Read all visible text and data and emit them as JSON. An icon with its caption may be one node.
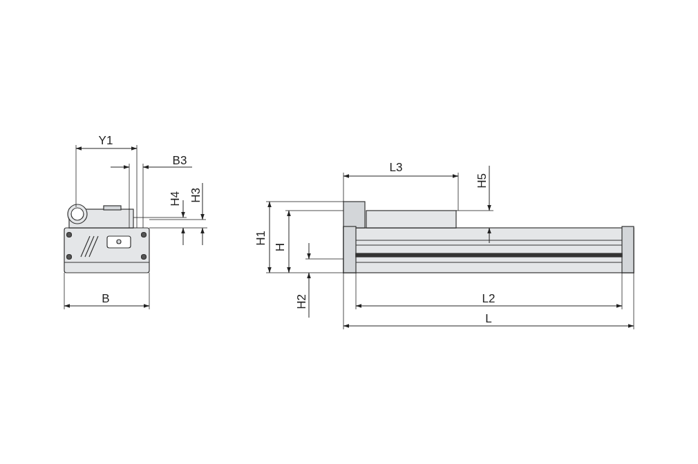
{
  "diagram": {
    "labels": [
      "Y1",
      "B3",
      "L3",
      "H5",
      "H4",
      "H3",
      "H1",
      "H",
      "B",
      "L2",
      "H2",
      "L"
    ]
  }
}
